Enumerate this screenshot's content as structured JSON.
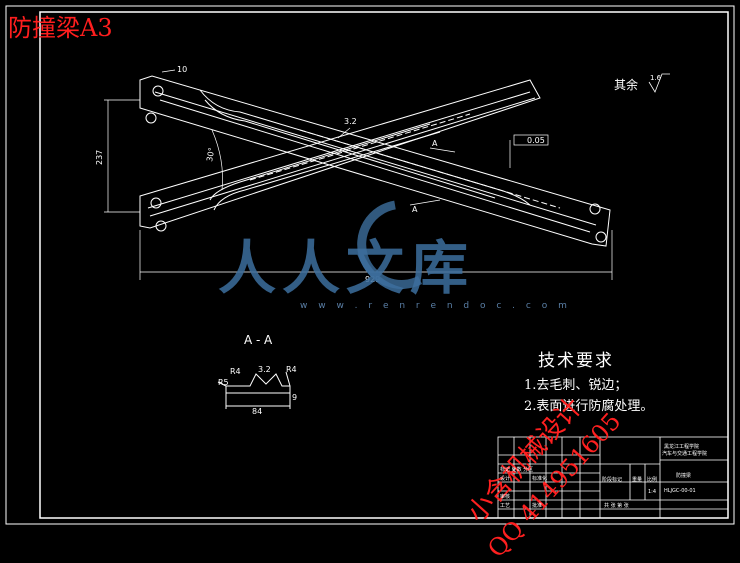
{
  "drawing": {
    "corner_title": "防撞梁A3",
    "rest_roughness_label": "其余",
    "rest_roughness_value": "1.6",
    "section_label": "A-A",
    "section_dims": {
      "r_left": "R4",
      "r_right": "R4",
      "width": "84",
      "height_left": "R5",
      "groove": "3.2",
      "depth": "9"
    },
    "main_dims": {
      "overall_length": "929",
      "height": "237",
      "angle": "30°",
      "hole_dia": "10",
      "roughness": "3.2",
      "flatness": "0.05",
      "section_mark": "A"
    },
    "tech_requirements": {
      "title": "技术要求",
      "items": [
        "1.去毛刺、锐边；",
        "2.表面进行防腐处理。"
      ]
    },
    "watermark": {
      "brand": "人人文库",
      "url": "w w w . r e n r e n d o c . c o m",
      "contact_line1": "小含机械设计",
      "contact_line2": "QQ 414951605"
    },
    "title_block": {
      "school": "黑龙江工程学院",
      "dept": "汽车与交通工程学院",
      "part": "防撞梁",
      "drawing_no": "HLJGC-00-01",
      "scale_label": "比例",
      "scale": "1:4",
      "weight_label": "重量",
      "stage_label": "阶段标记",
      "design": "设计",
      "check": "审核",
      "process": "工艺",
      "standard": "标准化",
      "approve": "批准",
      "sheet": "共 张 第 张",
      "marks": "标记 处数 分区"
    }
  }
}
